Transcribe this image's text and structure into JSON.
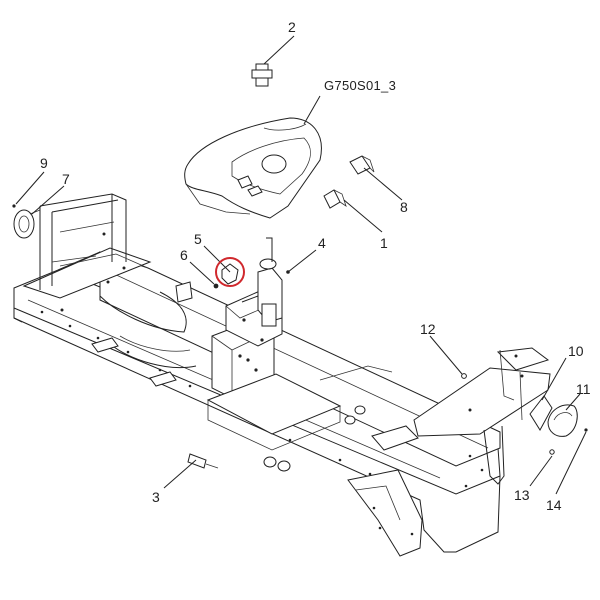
{
  "diagram": {
    "code": "G750S01_3",
    "callouts": [
      "1",
      "2",
      "3",
      "4",
      "5",
      "6",
      "7",
      "8",
      "9",
      "10",
      "11",
      "12",
      "13",
      "14"
    ],
    "highlight_color": "#d0282d"
  }
}
